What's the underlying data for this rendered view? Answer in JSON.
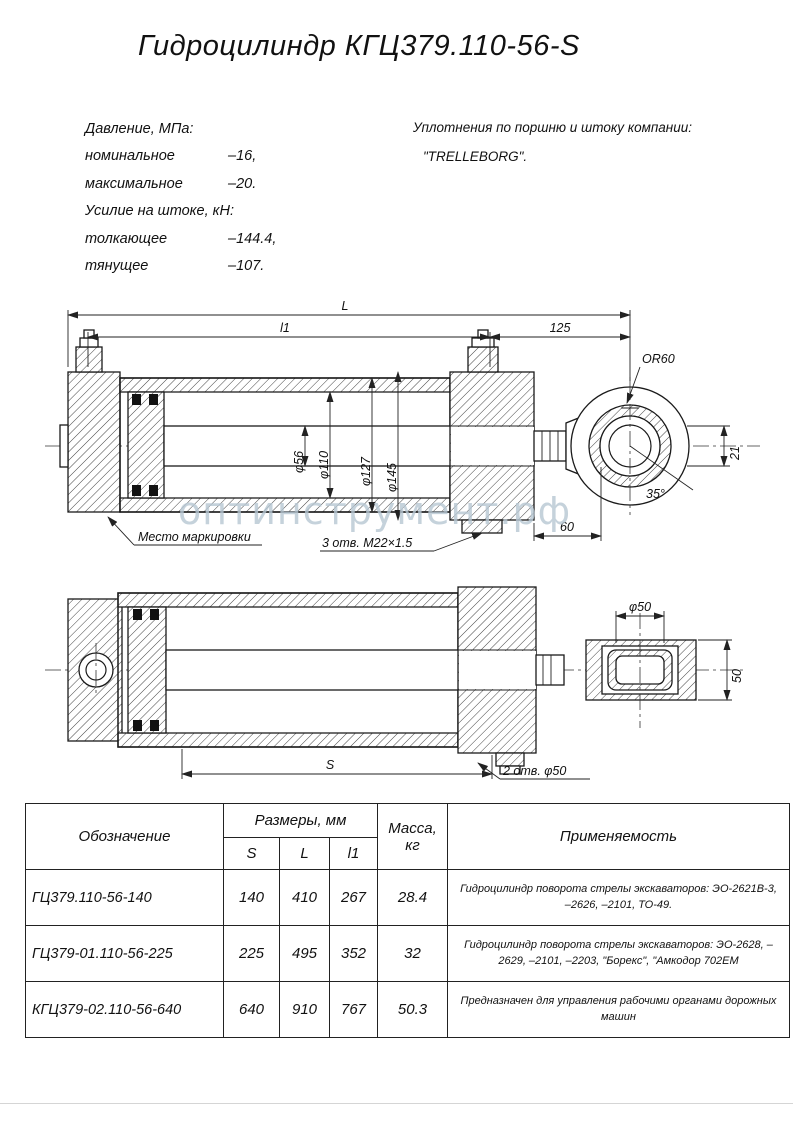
{
  "title": "Гидроцилиндр КГЦ379.110-56-S",
  "specs": {
    "pressure_header": "Давление, МПа:",
    "nominal_label": "номинальное",
    "nominal_value": "–16,",
    "max_label": "максимальное",
    "max_value": "–20.",
    "force_header": "Усилие на штоке, кН:",
    "push_label": "толкающее",
    "push_value": "–144.4,",
    "pull_label": "тянущее",
    "pull_value": "–107."
  },
  "seals": {
    "line1": "Уплотнения по поршню и штоку компании:",
    "line2": "\"TRELLEBORG\"."
  },
  "watermark": "оптинструмент.рф",
  "view1": {
    "dims": {
      "L": "L",
      "l1": "l1",
      "d125": "125",
      "or60": "OR60",
      "d56": "φ56",
      "d110": "φ110",
      "d127": "φ127",
      "d145": "φ145",
      "n21": "21",
      "a35": "35°",
      "n60": "60"
    },
    "marking": "Место маркировки",
    "holes": "3 отв. М22×1.5"
  },
  "view2": {
    "dims": {
      "S": "S",
      "d50": "φ50",
      "n50": "50"
    },
    "holes": "2 отв. φ50"
  },
  "table": {
    "col_designation": "Обозначение",
    "col_sizes": "Размеры, мм",
    "col_s": "S",
    "col_l": "L",
    "col_l1": "l1",
    "col_mass_line1": "Масса,",
    "col_mass_line2": "кг",
    "col_application": "Применяемость",
    "rows": [
      {
        "designation": "ГЦ379.110-56-140",
        "s": "140",
        "l": "410",
        "l1": "267",
        "mass": "28.4",
        "application": "Гидроцилиндр поворота стрелы экскаваторов: ЭО-2621В-3, –2626, –2101, ТО-49."
      },
      {
        "designation": "ГЦ379-01.110-56-225",
        "s": "225",
        "l": "495",
        "l1": "352",
        "mass": "32",
        "application": "Гидроцилиндр поворота стрелы экскаваторов: ЭО-2628, –2629, –2101, –2203, \"Борекс\", \"Амкодор 702ЕМ"
      },
      {
        "designation": "КГЦ379-02.110-56-640",
        "s": "640",
        "l": "910",
        "l1": "767",
        "mass": "50.3",
        "application": "Предназначен для управления рабочими органами дорожных машин"
      }
    ]
  }
}
